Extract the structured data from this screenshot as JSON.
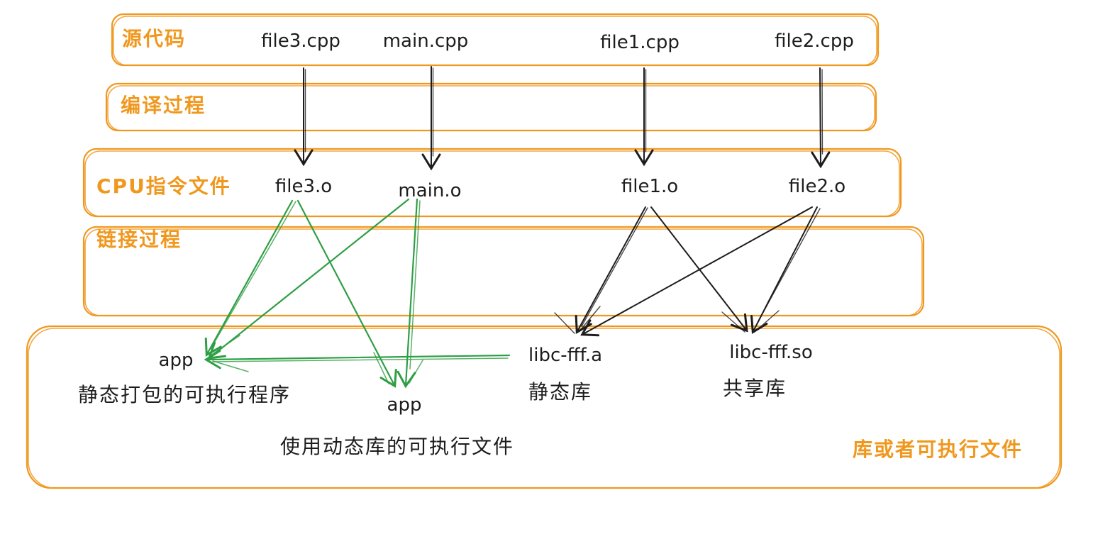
{
  "colors": {
    "accent_orange": "#F0981E",
    "arrow_green": "#2F9E44",
    "ink": "#1D1D1D",
    "background": "#FFFFFF"
  },
  "layers": {
    "source": {
      "label": "源代码",
      "files": [
        "file3.cpp",
        "main.cpp",
        "file1.cpp",
        "file2.cpp"
      ]
    },
    "compile": {
      "label": "编译过程"
    },
    "object": {
      "label": "CPU指令文件",
      "files": [
        "file3.o",
        "main.o",
        "file1.o",
        "file2.o"
      ]
    },
    "link": {
      "label": "链接过程"
    },
    "output": {
      "label": "库或者可执行文件",
      "items": [
        {
          "name": "app",
          "desc": "静态打包的可执行程序"
        },
        {
          "name": "app",
          "desc": "使用动态库的可执行文件"
        },
        {
          "name": "libc-fff.a",
          "desc": "静态库"
        },
        {
          "name": "libc-fff.so",
          "desc": "共享库"
        }
      ]
    }
  }
}
